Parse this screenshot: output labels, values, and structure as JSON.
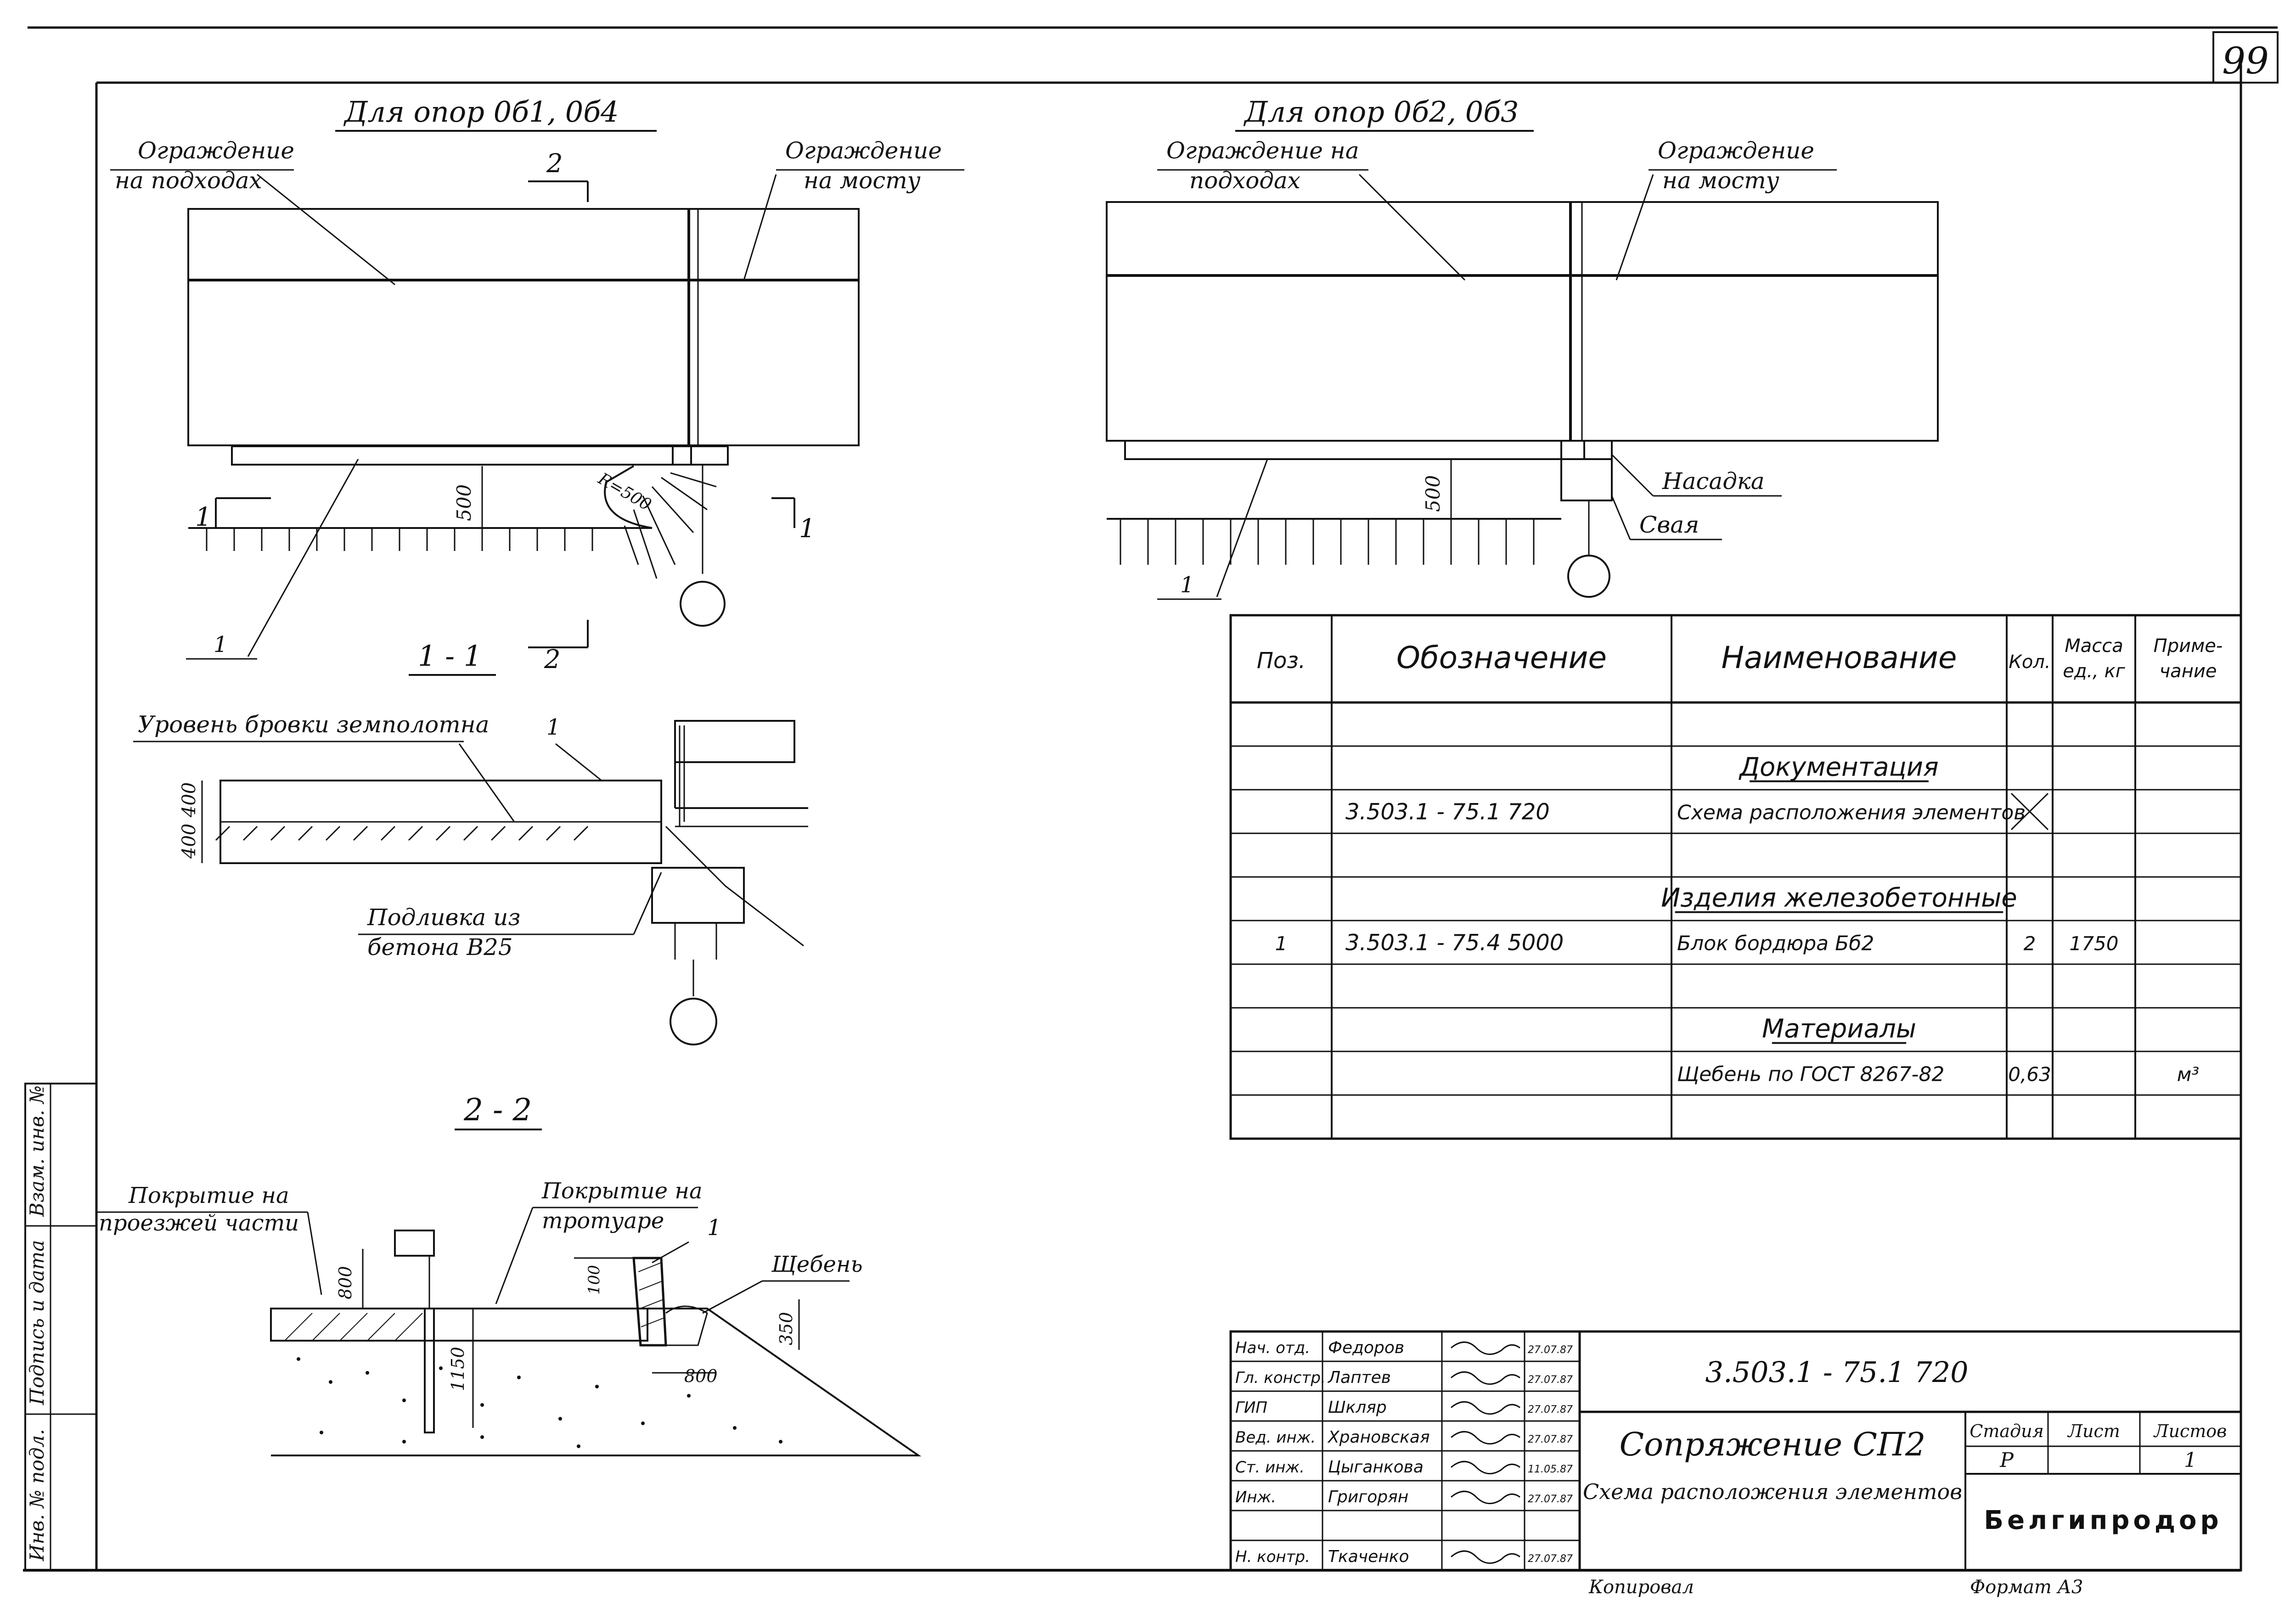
{
  "sheet_number": "99",
  "plan_left": {
    "title": "Для опор 0б1, 0б4",
    "label_approach": [
      "Ограждение",
      "на подходах"
    ],
    "label_bridge": [
      "Ограждение",
      "на мосту"
    ],
    "dim_500": "500",
    "radius_label": "R=500",
    "section_2_mark": "2",
    "section_1_mark": "1",
    "callout_1": "1"
  },
  "plan_right": {
    "title": "Для опор 0б2, 0б3",
    "label_approach": [
      "Ограждение на",
      "подходах"
    ],
    "label_bridge": [
      "Ограждение",
      "на мосту"
    ],
    "label_cap": "Насадка",
    "label_pile": "Свая",
    "dim_500": "500",
    "callout_1": "1"
  },
  "section_1_1": {
    "title": "1 - 1",
    "mark_2": "2",
    "label_level": "Уровень бровки земполотна",
    "callout_1": "1",
    "dim_400a": "400",
    "dim_400b": "400",
    "label_grout": [
      "Подливка из",
      "бетона  В25"
    ]
  },
  "section_2_2": {
    "title": "2 - 2",
    "label_roadway": [
      "Покрытие на",
      "проезжей части"
    ],
    "label_sidewalk": [
      "Покрытие на",
      "тротуаре"
    ],
    "label_gravel": "Щебень",
    "callout_1": "1",
    "dim_800a": "800",
    "dim_100": "100",
    "dim_1150": "1150",
    "dim_800b": "800",
    "dim_350": "350"
  },
  "spec_table": {
    "headers": [
      "Поз.",
      "Обозначение",
      "Наименование",
      "Кол.",
      "Масса ед., кг",
      "Приме- чание"
    ],
    "rows": [
      {
        "pos": "",
        "code": "",
        "name": "",
        "qty": "",
        "mass": "",
        "note": ""
      },
      {
        "pos": "",
        "code": "",
        "name": "Документация",
        "qty": "",
        "mass": "",
        "note": "",
        "section": true
      },
      {
        "pos": "",
        "code": "3.503.1 - 75.1 720",
        "name": "Схема расположения элементов",
        "qty": "X",
        "mass": "",
        "note": ""
      },
      {
        "pos": "",
        "code": "",
        "name": "",
        "qty": "",
        "mass": "",
        "note": ""
      },
      {
        "pos": "",
        "code": "",
        "name": "Изделия железобетонные",
        "qty": "",
        "mass": "",
        "note": "",
        "section": true
      },
      {
        "pos": "1",
        "code": "3.503.1 - 75.4 5000",
        "name": "Блок бордюра  Бб2",
        "qty": "2",
        "mass": "1750",
        "note": ""
      },
      {
        "pos": "",
        "code": "",
        "name": "",
        "qty": "",
        "mass": "",
        "note": ""
      },
      {
        "pos": "",
        "code": "",
        "name": "Материалы",
        "qty": "",
        "mass": "",
        "note": "",
        "section": true
      },
      {
        "pos": "",
        "code": "",
        "name": "Щебень по ГОСТ 8267-82",
        "qty": "0,63",
        "mass": "",
        "note": "м³"
      },
      {
        "pos": "",
        "code": "",
        "name": "",
        "qty": "",
        "mass": "",
        "note": ""
      }
    ]
  },
  "title_block": {
    "doc_code": "3.503.1 - 75.1  720",
    "title": "Сопряжение  СП2",
    "subtitle": "Схема расположения элементов",
    "org": "Белгипродор",
    "stage_label": "Стадия",
    "sheet_label": "Лист",
    "sheets_label": "Листов",
    "stage": "Р",
    "sheet": "",
    "sheets": "1",
    "people": [
      {
        "role": "Нач. отд.",
        "name": "Федоров",
        "date": "27.07.87"
      },
      {
        "role": "Гл. констр.",
        "name": "Лаптев",
        "date": "27.07.87"
      },
      {
        "role": "ГИП",
        "name": "Шкляр",
        "date": "27.07.87"
      },
      {
        "role": "Вед. инж.",
        "name": "Храновская",
        "date": "27.07.87"
      },
      {
        "role": "Ст. инж.",
        "name": "Цыганкова",
        "date": "11.05.87"
      },
      {
        "role": "Инж.",
        "name": "Григорян",
        "date": "27.07.87"
      },
      {
        "role": "",
        "name": "",
        "date": ""
      },
      {
        "role": "Н. контр.",
        "name": "Ткаченко",
        "date": "27.07.87"
      }
    ],
    "copied_label": "Копировал",
    "format_label": "Формат  А3"
  },
  "side_stamp": [
    "Инв. № подл.",
    "Подпись и дата",
    "Взам. инв. №"
  ]
}
